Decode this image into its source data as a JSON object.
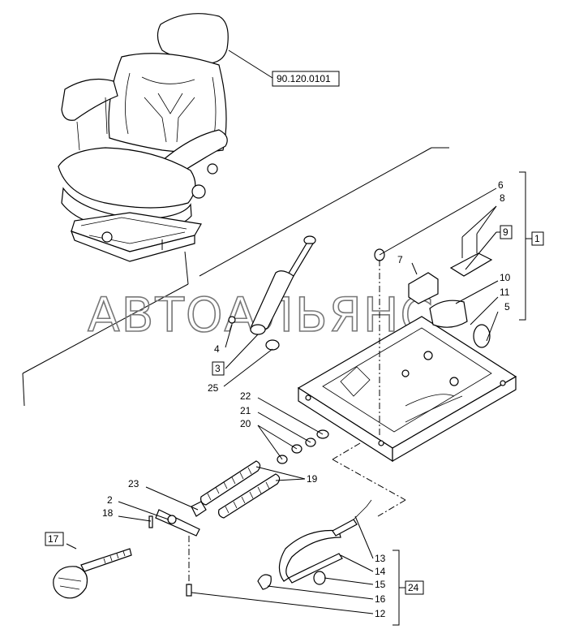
{
  "diagram": {
    "part_ref": "90.120.0101",
    "watermark": "АВТОАЛЬЯНС",
    "boxed_labels": [
      "1",
      "3",
      "9",
      "17",
      "24"
    ],
    "labels": [
      "2",
      "4",
      "5",
      "6",
      "7",
      "8",
      "10",
      "11",
      "12",
      "13",
      "14",
      "15",
      "16",
      "18",
      "19",
      "20",
      "21",
      "22",
      "23",
      "25"
    ]
  }
}
